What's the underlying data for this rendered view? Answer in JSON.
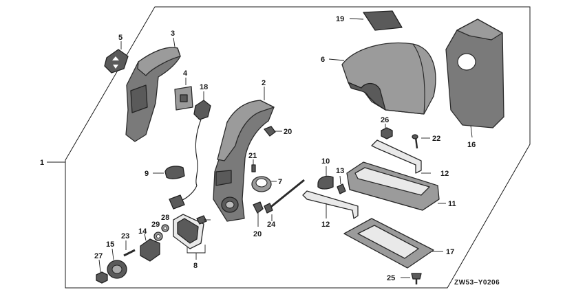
{
  "diagram": {
    "code": "ZW53–Y0206",
    "callouts": {
      "p1": "1",
      "p2": "2",
      "p3": "3",
      "p4": "4",
      "p5": "5",
      "p6": "6",
      "p7": "7",
      "p8": "8",
      "p9": "9",
      "p10": "10",
      "p11": "11",
      "p12a": "12",
      "p12b": "12",
      "p13": "13",
      "p14": "14",
      "p15": "15",
      "p16": "16",
      "p17": "17",
      "p18": "18",
      "p19": "19",
      "p20a": "20",
      "p20b": "20",
      "p21": "21",
      "p22": "22",
      "p23": "23",
      "p24": "24",
      "p25": "25",
      "p26": "26",
      "p27": "27",
      "p28": "28",
      "p29": "29"
    }
  }
}
